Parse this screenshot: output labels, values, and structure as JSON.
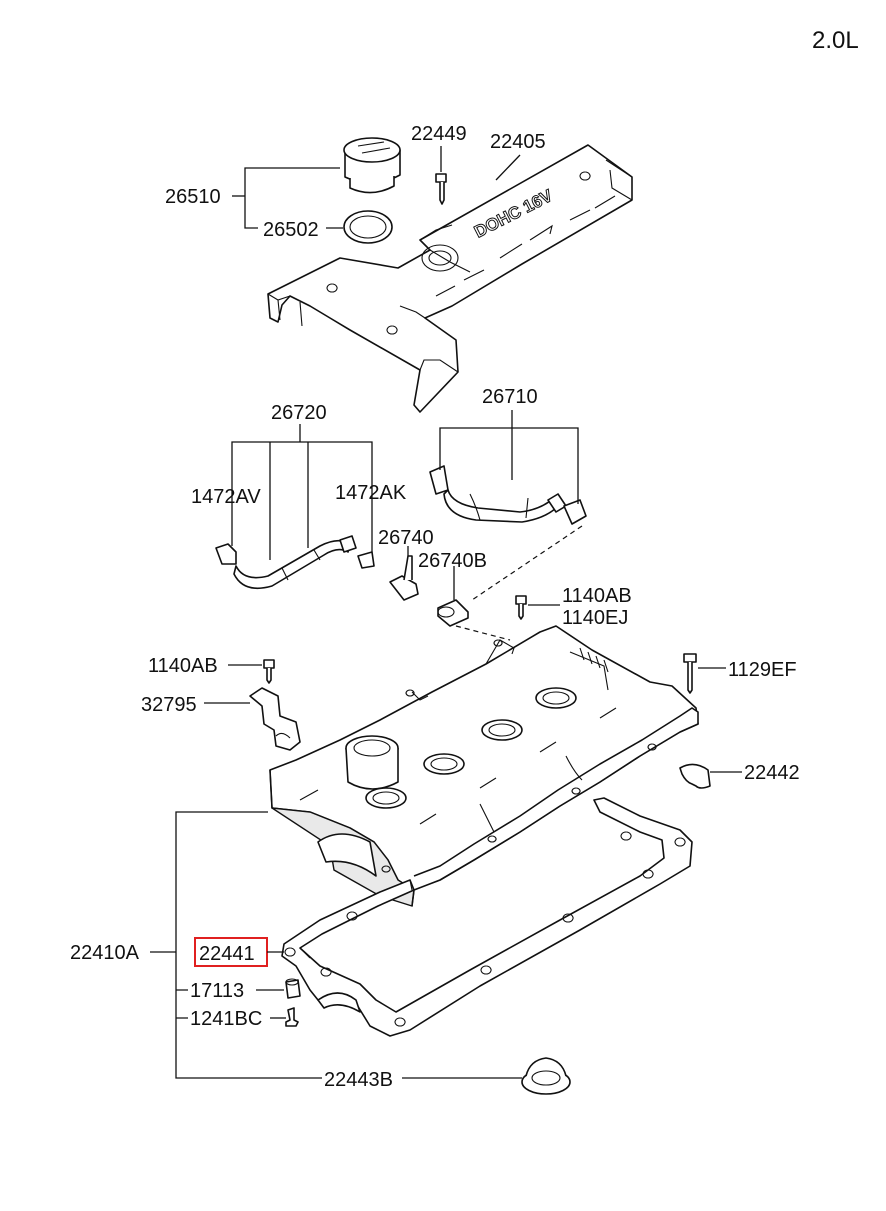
{
  "engine_label": "2.0L",
  "cover_text": "DOHC 16V",
  "highlight_color": "#e02020",
  "parts": {
    "p26510": "26510",
    "p26502": "26502",
    "p22449": "22449",
    "p22405": "22405",
    "p26720": "26720",
    "p26710": "26710",
    "p1472AV": "1472AV",
    "p1472AK": "1472AK",
    "p26740": "26740",
    "p26740B": "26740B",
    "p1140AB_a": "1140AB",
    "p1140EJ": "1140EJ",
    "p1140AB_b": "1140AB",
    "p1129EF": "1129EF",
    "p32795": "32795",
    "p22442": "22442",
    "p22410A": "22410A",
    "p22441": "22441",
    "p17113": "17113",
    "p1241BC": "1241BC",
    "p22443B": "22443B"
  }
}
